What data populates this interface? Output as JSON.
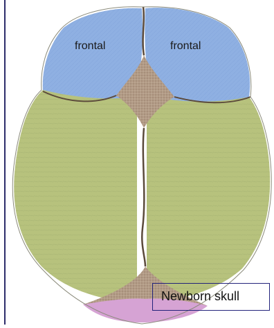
{
  "title": "",
  "labels": {
    "frontal_left": "frontal",
    "frontal_right": "frontal"
  },
  "caption": "Newborn skull",
  "colors": {
    "frontal_bone": "#8fb0e2",
    "parietal_bone": "#b7c27d",
    "fontanelle": "#b29b86",
    "occipital_bone": "#d6a3d4",
    "suture": "#5b4a3b",
    "border": "#2b2b6a"
  }
}
